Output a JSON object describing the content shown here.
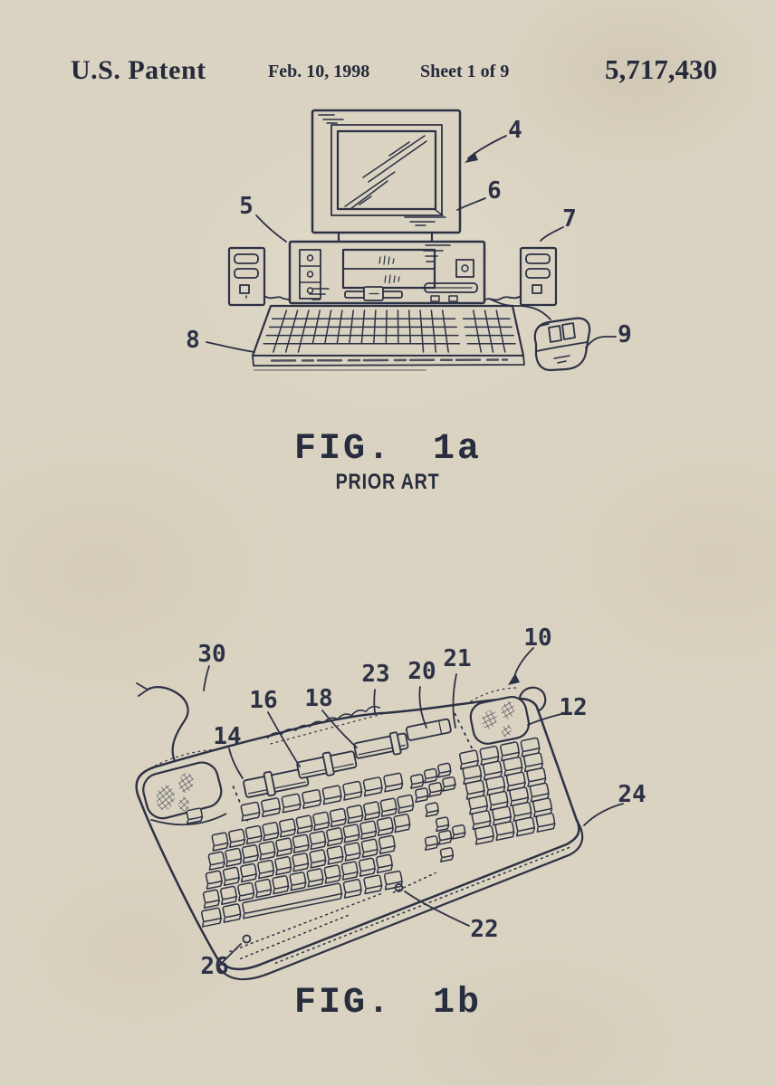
{
  "header": {
    "title": "U.S. Patent",
    "date": "Feb. 10, 1998",
    "sheet": "Sheet 1 of 9",
    "patent_number": "5,717,430"
  },
  "figures": {
    "fig1a": {
      "caption": "FIG. 1a",
      "subcaption": "PRIOR ART",
      "refs": {
        "monitor": "4",
        "console": "5",
        "screen": "6",
        "speaker": "7",
        "keyboard": "8",
        "mouse": "9"
      }
    },
    "fig1b": {
      "caption": "FIG. 1b",
      "refs": {
        "assembly": "10",
        "speaker_right": "12",
        "slider_a": "14",
        "slider_b": "16",
        "slider_c": "18",
        "slot": "20",
        "separator": "21",
        "button": "22",
        "ridge": "23",
        "edge": "24",
        "screw": "26",
        "cable": "30"
      }
    }
  },
  "colors": {
    "paper": "#dad3c1",
    "ink": "#2c3145"
  }
}
